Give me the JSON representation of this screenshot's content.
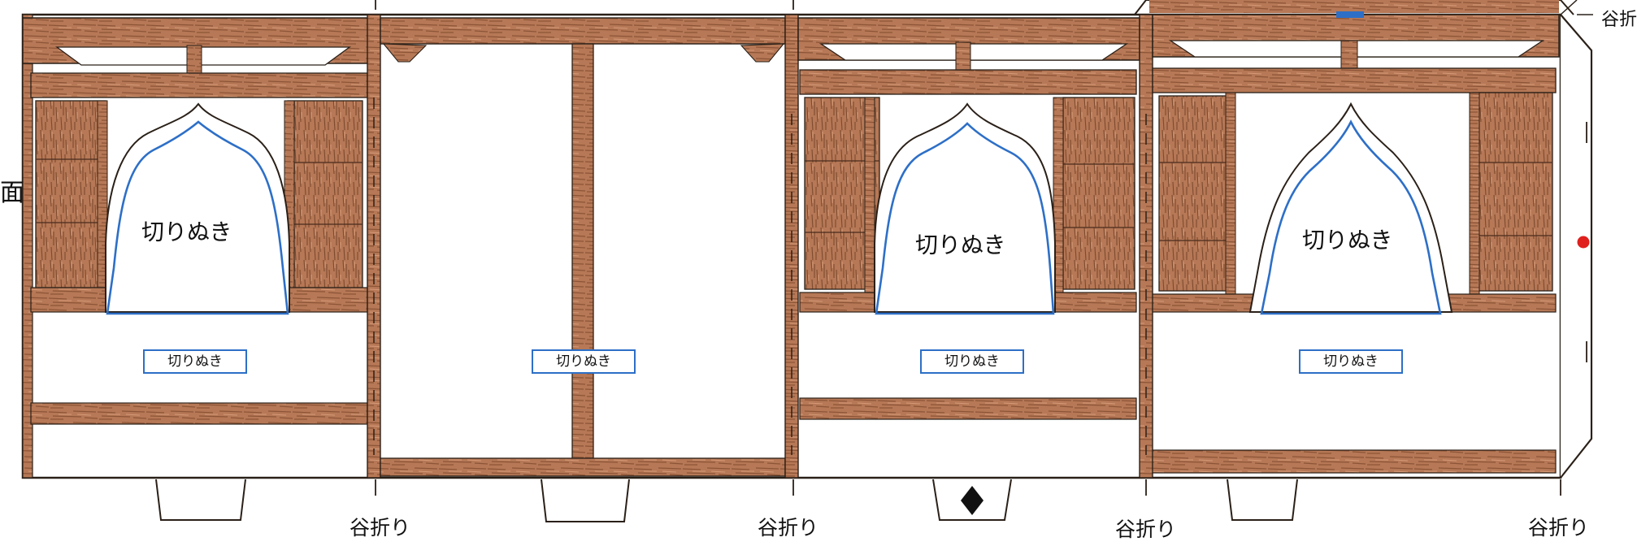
{
  "colors": {
    "wood": "#b67856",
    "wood_dark": "#7a4a30",
    "outline": "#2a2018",
    "cut_line": "#2d6fc7",
    "marker": "#e0201c",
    "paper": "#ffffff"
  },
  "labels": {
    "top_right": "谷折",
    "left_edge": "面",
    "arch_cutout": "切りぬき",
    "box_cutout": "切りぬき",
    "fold": "谷折り"
  },
  "panels": [
    {
      "arch_label": "切りぬき",
      "box_label": "切りぬき",
      "fold_label": "谷折り",
      "tab_marker": ""
    },
    {
      "arch_label": "",
      "box_label": "切りぬき",
      "fold_label": "谷折り",
      "tab_marker": ""
    },
    {
      "arch_label": "切りぬき",
      "box_label": "切りぬき",
      "fold_label": "谷折り",
      "tab_marker": "diamond"
    },
    {
      "arch_label": "切りぬき",
      "box_label": "切りぬき",
      "fold_label": "谷折り",
      "tab_marker": ""
    }
  ],
  "markers": {
    "red_dot": "red-dot",
    "blue_mark": "blue-mark"
  }
}
